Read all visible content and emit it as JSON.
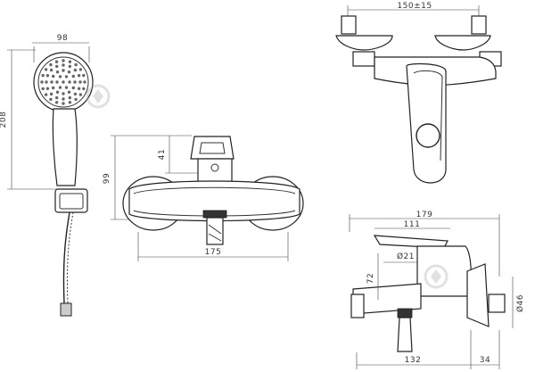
{
  "dimensions": {
    "hand_shower_width": "98",
    "hand_shower_height": "208",
    "front_offset": "41",
    "front_height": "99",
    "front_width": "175",
    "centers": "150±15",
    "side_total": "179",
    "side_spout": "111",
    "side_height": "72",
    "outlet_diameter": "Ø21",
    "inlet_diameter": "Ø46",
    "side_length": "132",
    "side_eccentric": "34"
  },
  "colors": {
    "line": "#333333",
    "background": "#ffffff",
    "watermark": "#c8c8c8"
  }
}
